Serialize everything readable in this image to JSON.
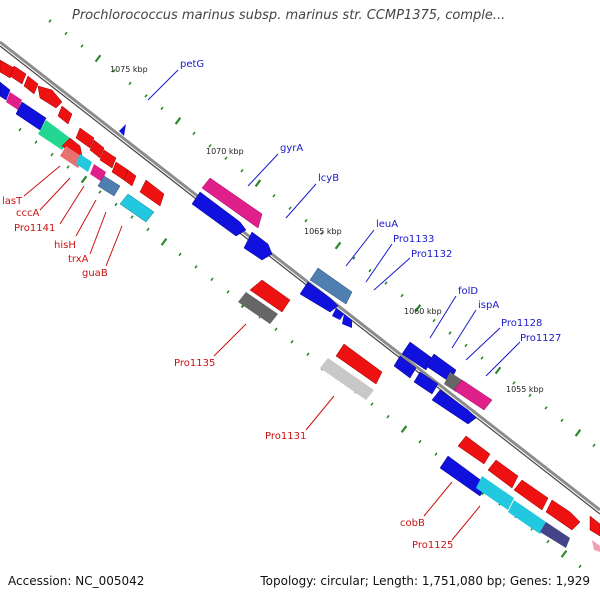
{
  "title": "Prochlorococcus marinus subsp. marinus str. CCMP1375, comple...",
  "footer": {
    "accession": "Accession: NC_005042",
    "summary": "Topology: circular; Length: 1,751,080 bp; Genes: 1,929"
  },
  "scale_labels": [
    "1075 kbp",
    "1070 kbp",
    "1065 kbp",
    "1060 kbp",
    "1055 kbp"
  ],
  "forward_genes": [
    "petG",
    "gyrA",
    "lcyB",
    "leuA",
    "Pro1133",
    "Pro1132",
    "folD",
    "ispA",
    "Pro1128",
    "Pro1127"
  ],
  "reverse_genes": [
    "lasT",
    "cccA",
    "Pro1141",
    "hisH",
    "trxA",
    "guaB",
    "Pro1135",
    "Pro1131",
    "cobB",
    "Pro1125"
  ],
  "colors": {
    "backbone": "#8c8c8c",
    "forward_label": "#1a1acc",
    "reverse_label": "#cc1111",
    "tick": "#2a8a2a",
    "red": "#ee1111",
    "blue": "#1111dd",
    "magenta": "#e0208a",
    "cyan": "#22c8e0",
    "steel": "#4f7fb0",
    "green": "#22d890",
    "salmon": "#e87070",
    "gray_dark": "#666666",
    "gray_light": "#c8c8c8",
    "indigo": "#444488",
    "pink": "#f0a0b0"
  }
}
